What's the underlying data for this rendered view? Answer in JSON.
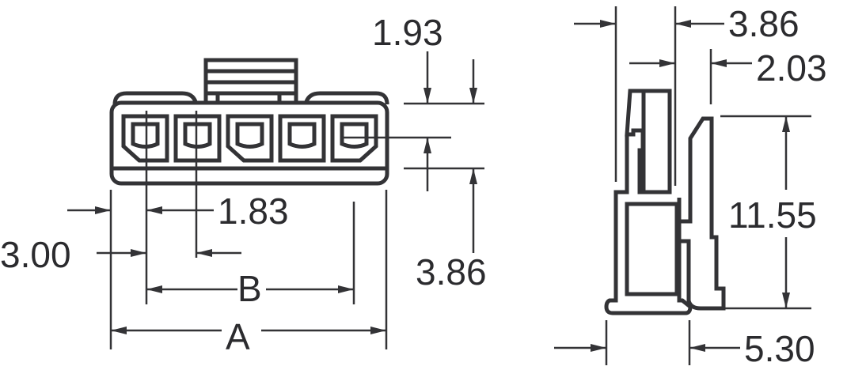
{
  "drawing": {
    "front_view": {
      "dimensions": {
        "pitch_top": "1.93",
        "pin_offset": "1.83",
        "edge_offset": "3.00",
        "height_offset": "3.86",
        "span_b": "B",
        "span_a": "A"
      },
      "cavity_count": 5
    },
    "side_view": {
      "dimensions": {
        "top_width": "3.86",
        "latch_width": "2.03",
        "height": "11.55",
        "base_width": "5.30"
      }
    },
    "line_color": "#333336"
  }
}
